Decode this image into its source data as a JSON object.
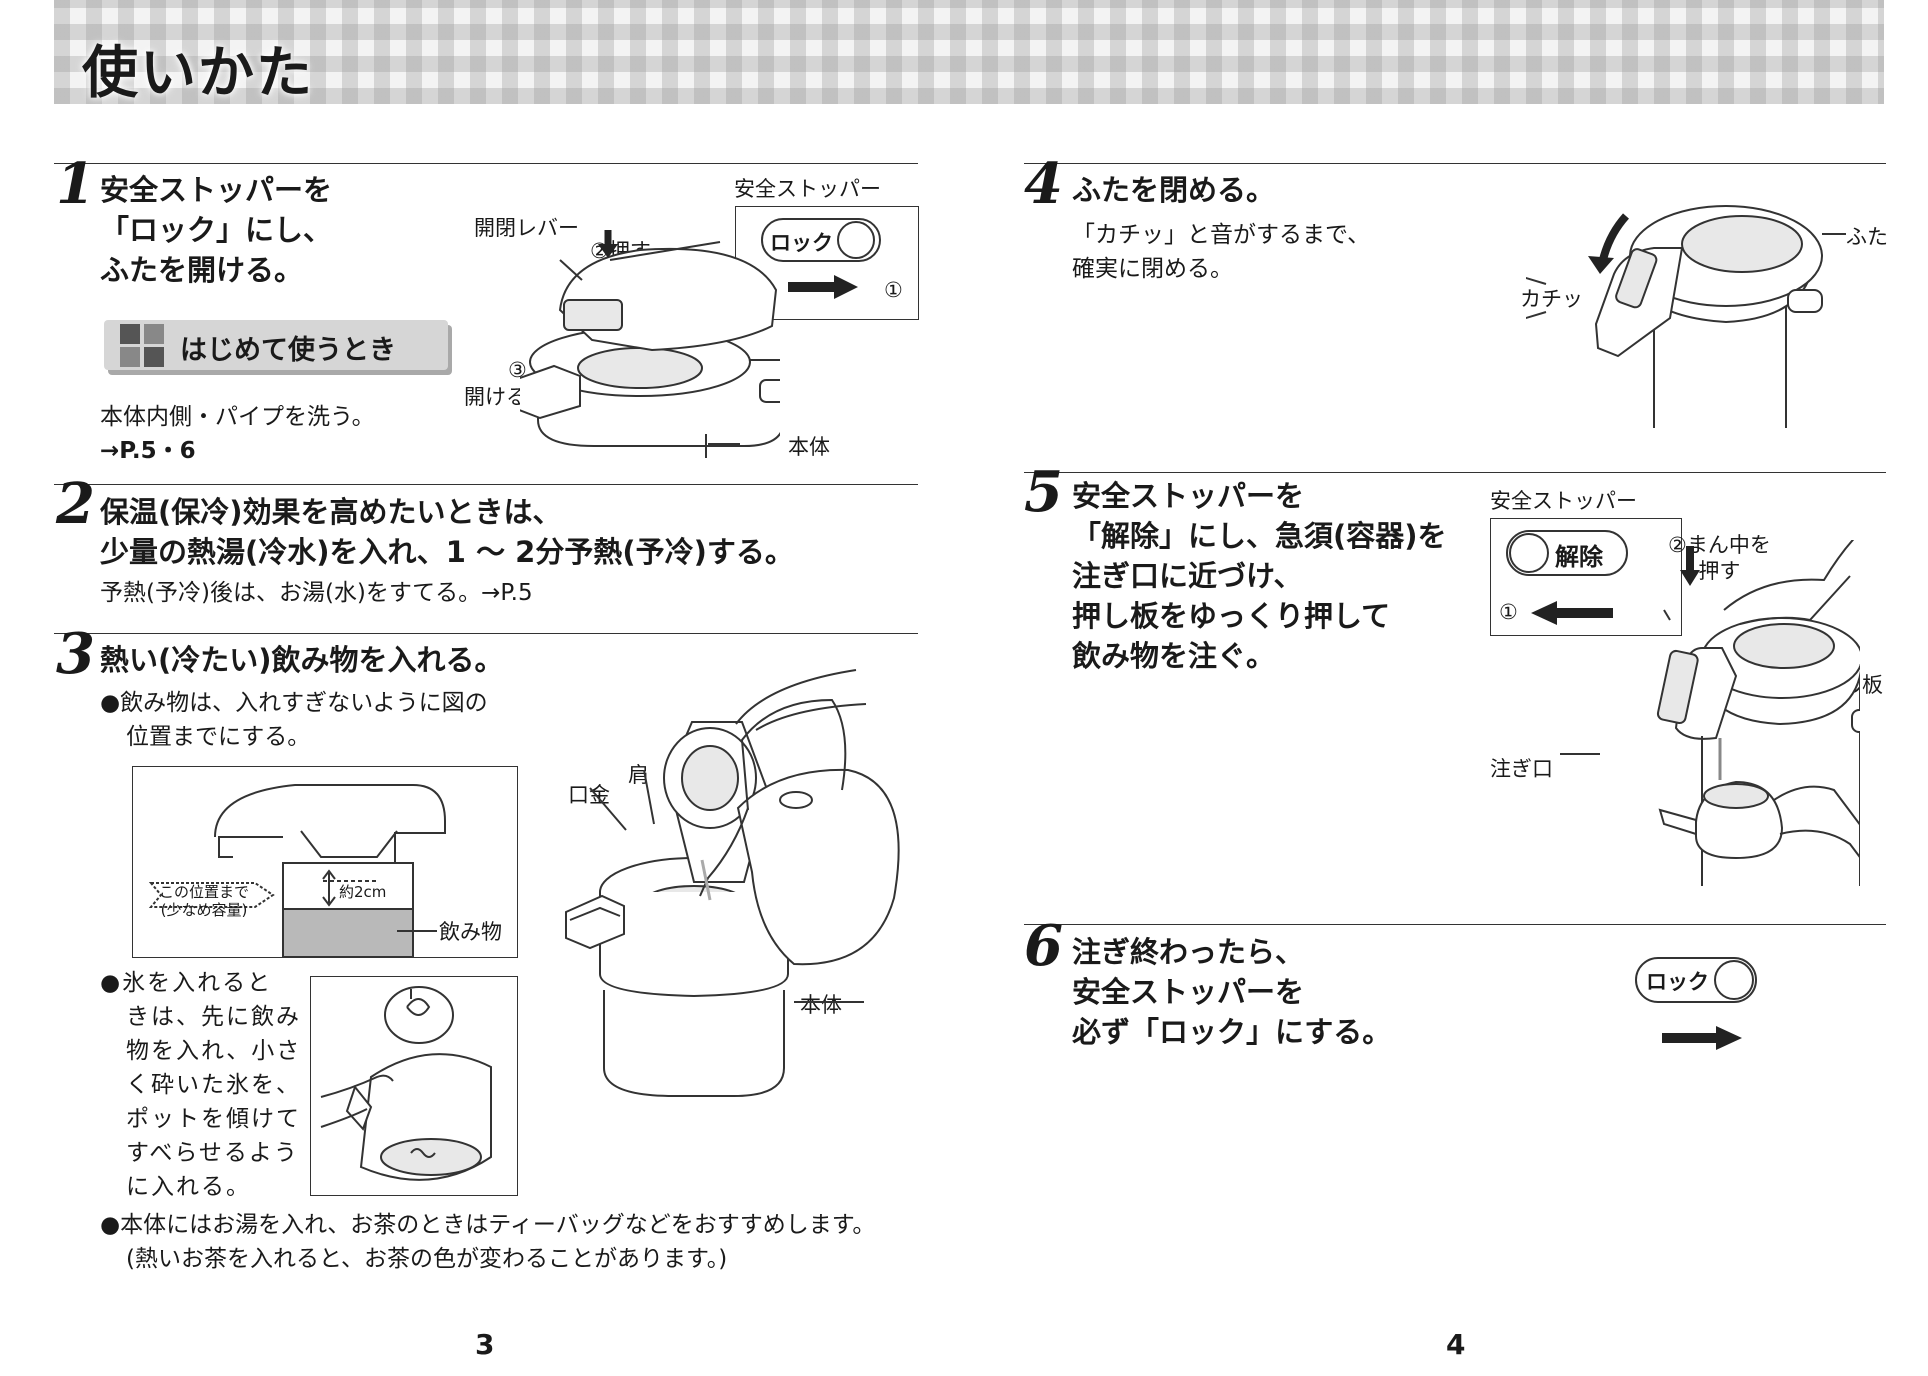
{
  "title": "使いかた",
  "steps": {
    "s1": {
      "num": "1",
      "heading": [
        "安全ストッパーを",
        "「ロック」にし、",
        "ふたを開ける。"
      ],
      "badge": "はじめて使うとき",
      "text": [
        "本体内側・パイプを洗う。",
        "→P.5・6"
      ],
      "labels": {
        "stopper": "安全ストッパー",
        "lock": "ロック",
        "circ1": "①",
        "lever": "開閉レバー",
        "push": "②押す",
        "open3": "③",
        "open": "開ける",
        "body": "本体"
      }
    },
    "s2": {
      "num": "2",
      "heading": [
        "保温(保冷)効果を高めたいときは、",
        "少量の熱湯(冷水)を入れ、1 ～ 2分予熱(予冷)する。"
      ],
      "text": "予熱(予冷)後は、お湯(水)をすてる。→P.5"
    },
    "s3": {
      "num": "3",
      "heading": "熱い(冷たい)飲み物を入れる。",
      "bullet1": [
        "●飲み物は、入れすぎないように図の",
        "位置までにする。"
      ],
      "fig_labels": {
        "mark1": "この位置まで",
        "mark2": "(少なめ容量)",
        "approx": "約2cm",
        "drink": "飲み物"
      },
      "bullet2": [
        "●氷を入れると",
        "きは、先に飲み",
        "物を入れ、小さ",
        "く砕いた氷を、",
        "ポットを傾けて",
        "すべらせるよう",
        "に入れる。"
      ],
      "bullet3": [
        "●本体にはお湯を入れ、お茶のときはティーバッグなどをおすすめします。",
        "(熱いお茶を入れると、お茶の色が変わることがあります。)"
      ],
      "labels": {
        "kuchigane": "口金",
        "kata": "肩",
        "body": "本体"
      }
    },
    "s4": {
      "num": "4",
      "heading": "ふたを閉める。",
      "text": [
        "「カチッ」と音がするまで、",
        "確実に閉める。"
      ],
      "labels": {
        "click": "カチッ",
        "lid": "ふた"
      }
    },
    "s5": {
      "num": "5",
      "heading": [
        "安全ストッパーを",
        "「解除」にし、急須(容器)を",
        "注ぎ口に近づけ、",
        "押し板をゆっくり押して",
        "飲み物を注ぐ。"
      ],
      "labels": {
        "stopper": "安全ストッパー",
        "release": "解除",
        "circ1": "①",
        "center": [
          "②まん中を",
          "押す"
        ],
        "plate": "押し板",
        "spout": "注ぎ口"
      }
    },
    "s6": {
      "num": "6",
      "heading": [
        "注ぎ終わったら、",
        "安全ストッパーを",
        "必ず「ロック」にする。"
      ],
      "labels": {
        "lock": "ロック"
      }
    }
  },
  "pages": {
    "left": "3",
    "right": "4"
  }
}
